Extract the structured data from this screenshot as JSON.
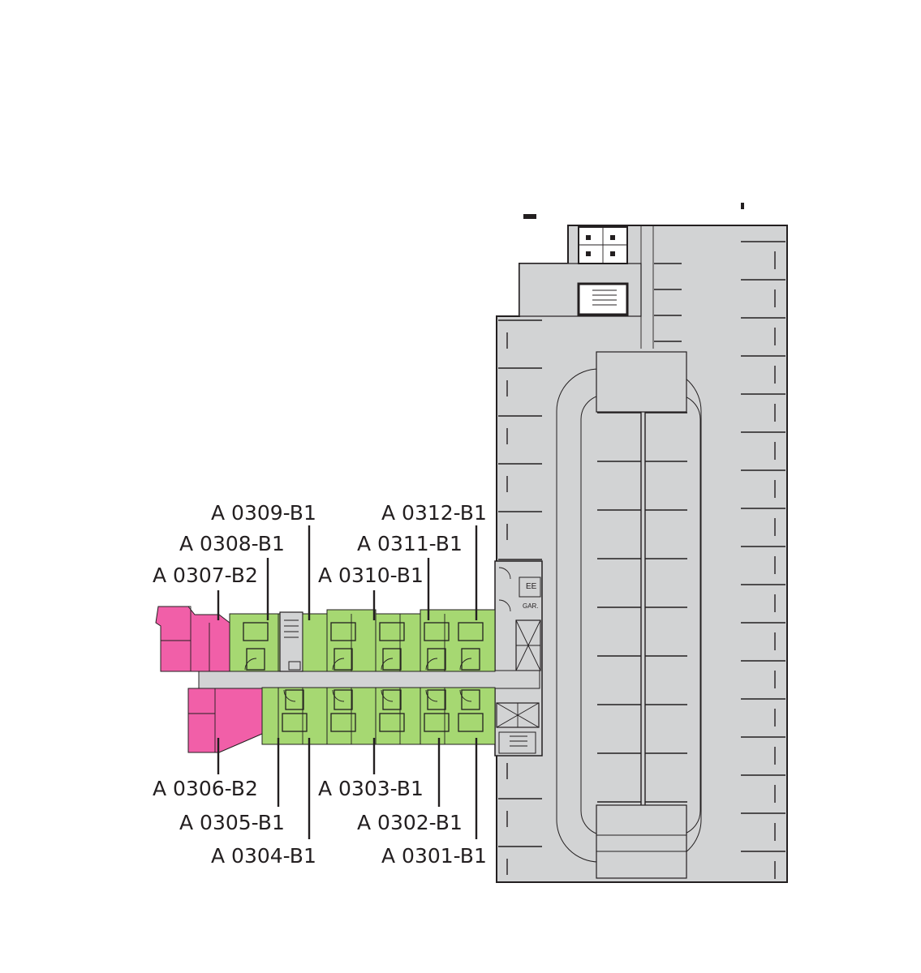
{
  "colors": {
    "garage_fill": "#d2d3d4",
    "unit_b1_fill": "#a6d872",
    "unit_b2_fill": "#f15fa8",
    "line": "#231f20"
  },
  "labels": {
    "ee": "EE",
    "gar": "GAR."
  },
  "units_top": [
    {
      "id": "A 0309-B1",
      "type": "B1"
    },
    {
      "id": "A 0312-B1",
      "type": "B1"
    },
    {
      "id": "A 0308-B1",
      "type": "B1"
    },
    {
      "id": "A 0311-B1",
      "type": "B1"
    },
    {
      "id": "A 0307-B2",
      "type": "B2"
    },
    {
      "id": "A 0310-B1",
      "type": "B1"
    }
  ],
  "units_bottom": [
    {
      "id": "A 0306-B2",
      "type": "B2"
    },
    {
      "id": "A 0303-B1",
      "type": "B1"
    },
    {
      "id": "A 0305-B1",
      "type": "B1"
    },
    {
      "id": "A 0302-B1",
      "type": "B1"
    },
    {
      "id": "A 0304-B1",
      "type": "B1"
    },
    {
      "id": "A 0301-B1",
      "type": "B1"
    }
  ]
}
